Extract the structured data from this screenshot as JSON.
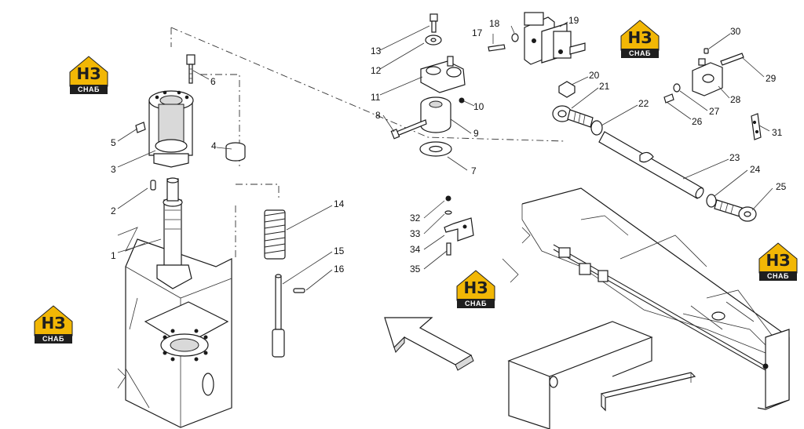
{
  "callouts": [
    "1",
    "2",
    "3",
    "4",
    "5",
    "6",
    "7",
    "8",
    "9",
    "10",
    "11",
    "12",
    "13",
    "14",
    "15",
    "16",
    "17",
    "18",
    "19",
    "20",
    "21",
    "22",
    "23",
    "24",
    "25",
    "26",
    "27",
    "28",
    "29",
    "30",
    "31",
    "32",
    "33",
    "34",
    "35"
  ],
  "watermark": {
    "letters": "НЗ",
    "text": "СНАБ",
    "color": "#f2b705"
  }
}
